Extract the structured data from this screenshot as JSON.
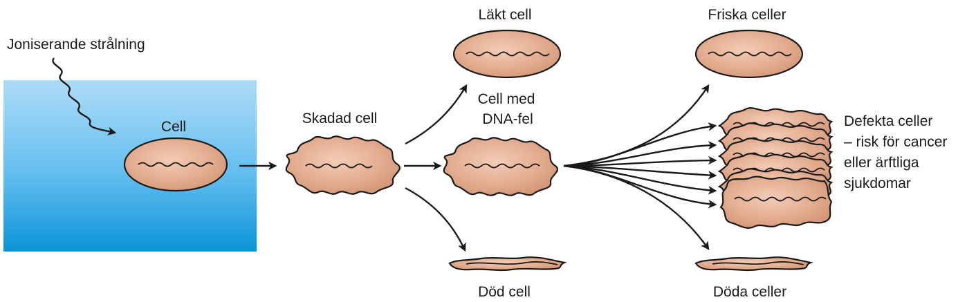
{
  "labels": {
    "radiation": "Joniserande strålning",
    "cell": "Cell",
    "damaged_cell": "Skadad cell",
    "healed_cell": "Läkt cell",
    "dna_error_line1": "Cell med",
    "dna_error_line2": "DNA-fel",
    "dead_cell": "Död cell",
    "healthy_cells": "Friska celler",
    "defective_line1": "Defekta celler",
    "defective_line2": "– risk för cancer",
    "defective_line3": "eller ärftliga",
    "defective_line4": "sjukdomar",
    "dead_cells": "Döda celler"
  },
  "colors": {
    "medium_top": "#aedcf7",
    "medium_bottom": "#0b95d9",
    "cell_light": "#f3cdb7",
    "cell_dark": "#cf8f70",
    "outline": "#1a1a1a"
  }
}
